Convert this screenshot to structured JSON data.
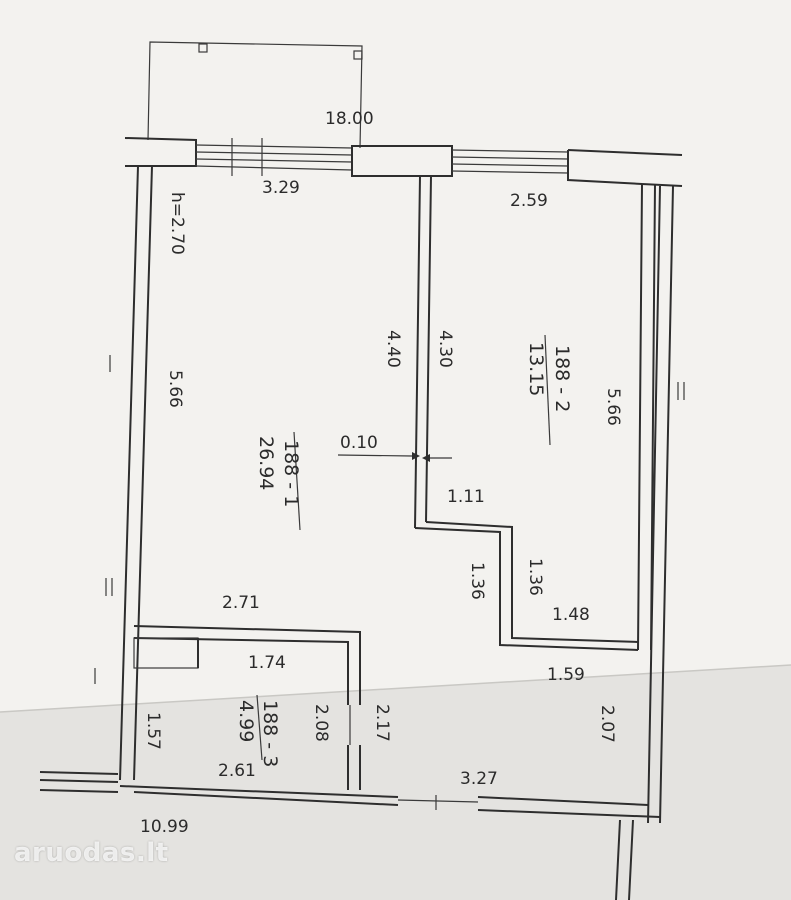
{
  "plan": {
    "ceiling_height": "h=2.70",
    "rooms": [
      {
        "id": "188 - 1",
        "area": "26.94"
      },
      {
        "id": "188 - 2",
        "area": "13.15"
      },
      {
        "id": "188 - 3",
        "area": "4.99"
      }
    ],
    "dimensions": {
      "balcony_top": "18.00",
      "top_left_width": "3.29",
      "top_right_width": "2.59",
      "left_height": "5.66",
      "partition_left_height": "4.40",
      "partition_right_height": "4.30",
      "right_height": "5.66",
      "wall_thickness": "0.10",
      "step_width": "1.11",
      "step_height_left": "1.36",
      "step_height_right": "1.36",
      "step_right_width": "1.48",
      "lower_left_width": "2.71",
      "bath_width_top": "1.74",
      "bath_height_inner": "2.08",
      "bath_height_outer": "2.17",
      "bath_width_bottom": "2.61",
      "bath_left_height": "1.57",
      "hall_width_top": "1.59",
      "hall_height": "2.07",
      "hall_width_bottom": "3.27",
      "bottom_total": "10.99"
    }
  },
  "watermark": {
    "brand": "aruodas",
    "suffix": ".lt"
  },
  "colors": {
    "paper": "#f3f2ef",
    "ink": "#2e2e2e",
    "watermark": "#ffffff"
  }
}
